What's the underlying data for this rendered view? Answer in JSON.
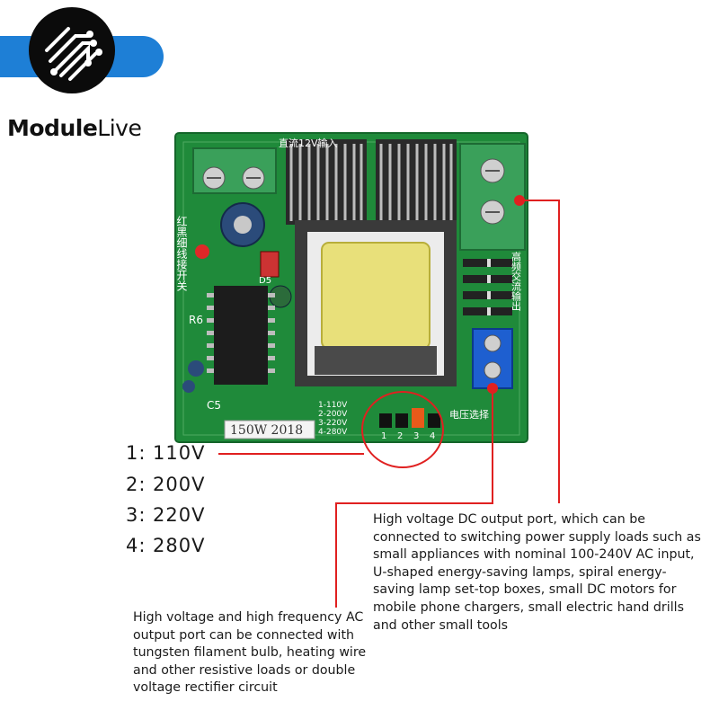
{
  "brand": {
    "name_part1": "Module",
    "name_part2": "Live",
    "accent_color": "#1e7fd6"
  },
  "board": {
    "model_label": "150W 2018",
    "selector_lines": [
      "1-110V",
      "2-200V",
      "3-220V",
      "4-280V"
    ],
    "pin_numbers": [
      "1",
      "2",
      "3",
      "4"
    ],
    "silk_left_vertical": "红黑细线接开关",
    "silk_top": "直流12V输入",
    "silk_right_vertical": "高频交流输出",
    "silk_select": "电压选择",
    "silk_r6": "R6",
    "silk_c5": "C5",
    "silk_d5": "D5",
    "pcb_color": "#1f8a3a",
    "terminal_color": "#3aa05a",
    "core_color": "#e8e07a"
  },
  "voltage_options": [
    {
      "num": "1:",
      "value": "110V"
    },
    {
      "num": "2:",
      "value": "200V"
    },
    {
      "num": "3:",
      "value": "220V"
    },
    {
      "num": "4:",
      "value": "280V"
    }
  ],
  "callouts": {
    "line_color": "#e02020",
    "dc_output": "High voltage DC output port, which can be connected to switching power supply loads such as small appliances with nominal 100-240V AC input, U-shaped energy-saving lamps, spiral energy-saving lamp set-top boxes, small DC motors for mobile phone chargers, small electric hand drills and other small tools",
    "ac_output": "High voltage and high frequency AC output port can be connected with tungsten filament bulb, heating wire and other resistive loads or double voltage rectifier circuit"
  }
}
